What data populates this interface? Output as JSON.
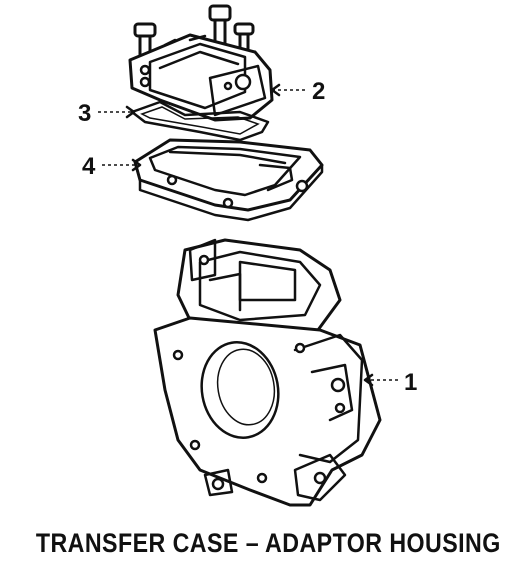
{
  "caption": "TRANSFER CASE – ADAPTOR HOUSING",
  "callouts": [
    {
      "label": "1"
    },
    {
      "label": "2"
    },
    {
      "label": "3"
    },
    {
      "label": "4"
    }
  ]
}
